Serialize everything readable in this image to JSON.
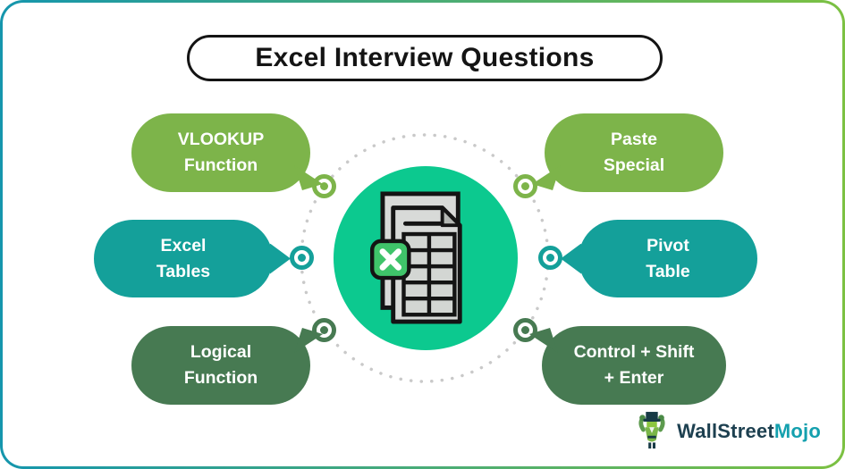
{
  "title": "Excel Interview Questions",
  "bubbles": [
    {
      "name": "vlookup-function",
      "line1": "VLOOKUP",
      "line2": "Function",
      "color": "#7db44a"
    },
    {
      "name": "excel-tables",
      "line1": "Excel",
      "line2": "Tables",
      "color": "#14a09a"
    },
    {
      "name": "logical-function",
      "line1": "Logical",
      "line2": "Function",
      "color": "#477a52"
    },
    {
      "name": "paste-special",
      "line1": "Paste",
      "line2": "Special",
      "color": "#7db44a"
    },
    {
      "name": "pivot-table",
      "line1": "Pivot",
      "line2": "Table",
      "color": "#14a09a"
    },
    {
      "name": "control-shift-enter",
      "line1": "Control + Shift",
      "line2": "+ Enter",
      "color": "#477a52"
    }
  ],
  "center": {
    "icon": "excel-spreadsheet-icon",
    "circle_color": "#0cc98f",
    "badge_color": "#3fc46a",
    "page_color": "#d8dad8",
    "outline_color": "#141414"
  },
  "connectors": {
    "dot_circle_color": "#c9c9c9"
  },
  "logo": {
    "icon": "wallstreetmojo-mascot-icon",
    "brand_primary": "WallStreet",
    "brand_secondary": "Mojo",
    "primary_color": "#1d4050",
    "secondary_color": "#14a0ae"
  },
  "frame": {
    "border_gradient_start": "#1596ad",
    "border_gradient_end": "#7cc142"
  }
}
